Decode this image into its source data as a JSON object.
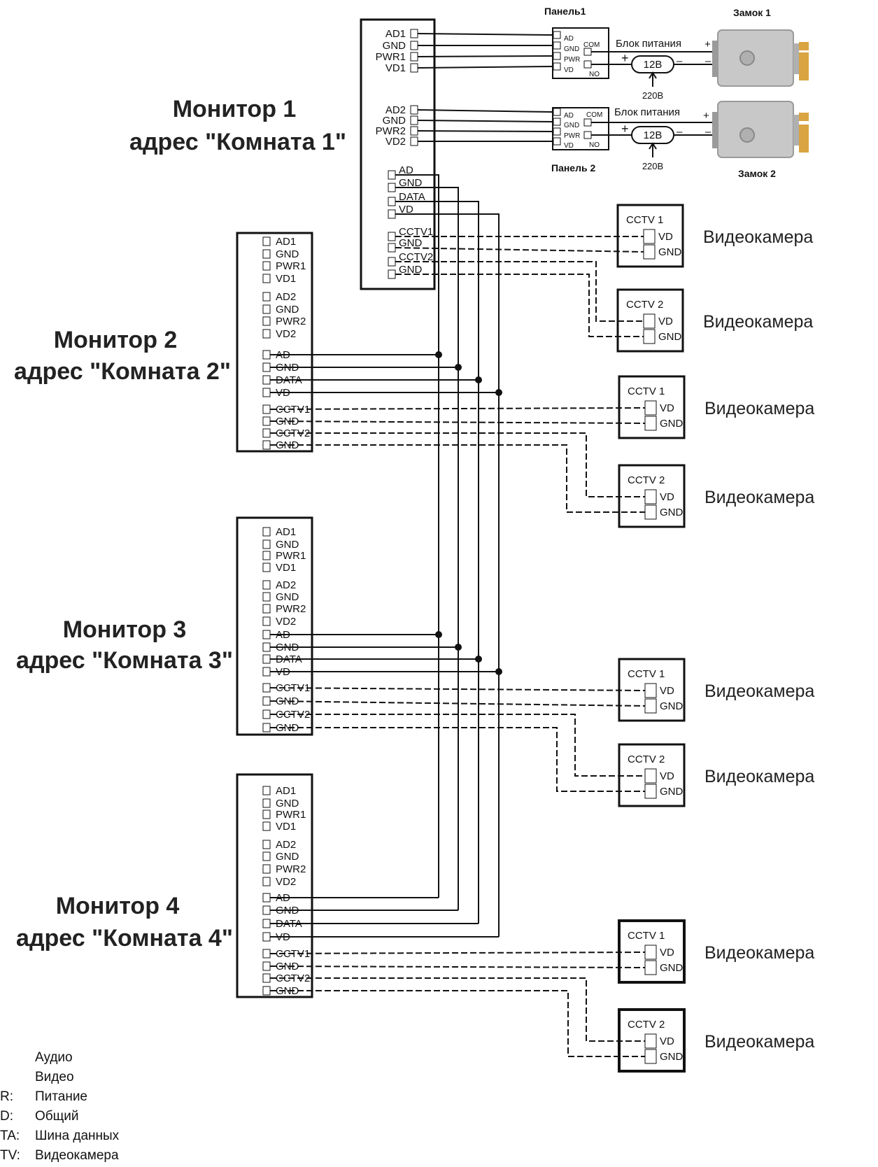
{
  "monitors": [
    {
      "title": "Монитор 1",
      "address": "адрес \"Комната 1\""
    },
    {
      "title": "Монитор 2",
      "address": "адрес \"Комната 2\""
    },
    {
      "title": "Монитор 3",
      "address": "адрес \"Комната 3\""
    },
    {
      "title": "Монитор 4",
      "address": "адрес \"Комната 4\""
    }
  ],
  "terminals": {
    "panel1_group": [
      "AD1",
      "GND",
      "PWR1",
      "VD1"
    ],
    "panel2_group": [
      "AD2",
      "GND",
      "PWR2",
      "VD2"
    ],
    "bus_group": [
      "AD",
      "GND",
      "DATA",
      "VD"
    ],
    "cctv_group": [
      "CCTV1",
      "GND",
      "CCTV2",
      "GND"
    ]
  },
  "panels": {
    "panel1_title": "Панель1",
    "panel2_title": "Панель 2",
    "pins": [
      "AD",
      "GND",
      "PWR",
      "VD"
    ],
    "com": "COM",
    "no": "NO"
  },
  "power": {
    "label": "Блок питания",
    "voltage": "12В",
    "mains": "220В",
    "plus": "+",
    "minus": "–"
  },
  "locks": {
    "lock1": "Замок 1",
    "lock2": "Замок 2"
  },
  "cameras": {
    "cctv1": "CCTV 1",
    "cctv2": "CCTV 2",
    "vd": "VD",
    "gnd": "GND",
    "label": "Видеокамера"
  },
  "legend": [
    {
      "key": "",
      "text": "Аудио"
    },
    {
      "key": "",
      "text": "Видео"
    },
    {
      "key": "R:",
      "text": "Питание"
    },
    {
      "key": "D:",
      "text": "Общий"
    },
    {
      "key": "TA:",
      "text": "Шина данных"
    },
    {
      "key": "TV:",
      "text": "Видеокамера"
    }
  ],
  "colors": {
    "line": "#111111",
    "lock_body": "#c8c8c8",
    "lock_brass": "#d9a441"
  }
}
